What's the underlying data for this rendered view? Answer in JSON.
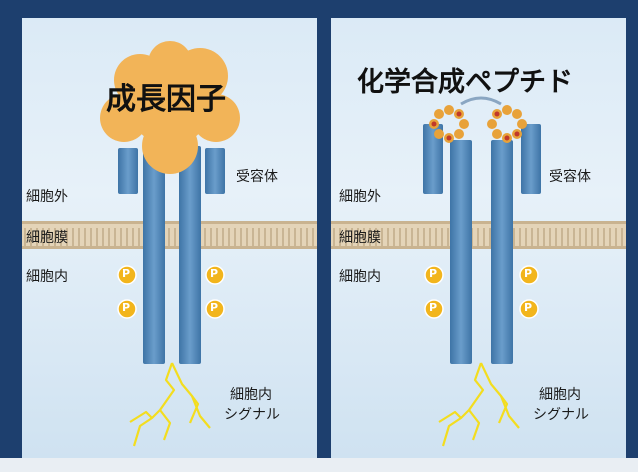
{
  "left_panel": {
    "title": "成長因子",
    "receptor_label": "受容体",
    "outside_label": "細胞外",
    "membrane_label": "細胞膜",
    "inside_label": "細胞内",
    "signal_line1": "細胞内",
    "signal_line2": "シグナル",
    "phospho_label": "P"
  },
  "right_panel": {
    "title": "化学合成ペプチド",
    "receptor_label": "受容体",
    "outside_label": "細胞外",
    "membrane_label": "細胞膜",
    "inside_label": "細胞内",
    "signal_line1": "細胞内",
    "signal_line2": "シグナル",
    "phospho_label": "P"
  },
  "colors": {
    "frame": "#1d3f6e",
    "receptor": "#4f86b8",
    "membrane": "#d9c6a8",
    "growth_factor": "#f2b458",
    "phosphate": "#f2b51c",
    "signal": "#f3dd1f",
    "peptide_ring": "#e8a23a",
    "peptide_bead": "#c0392b"
  }
}
